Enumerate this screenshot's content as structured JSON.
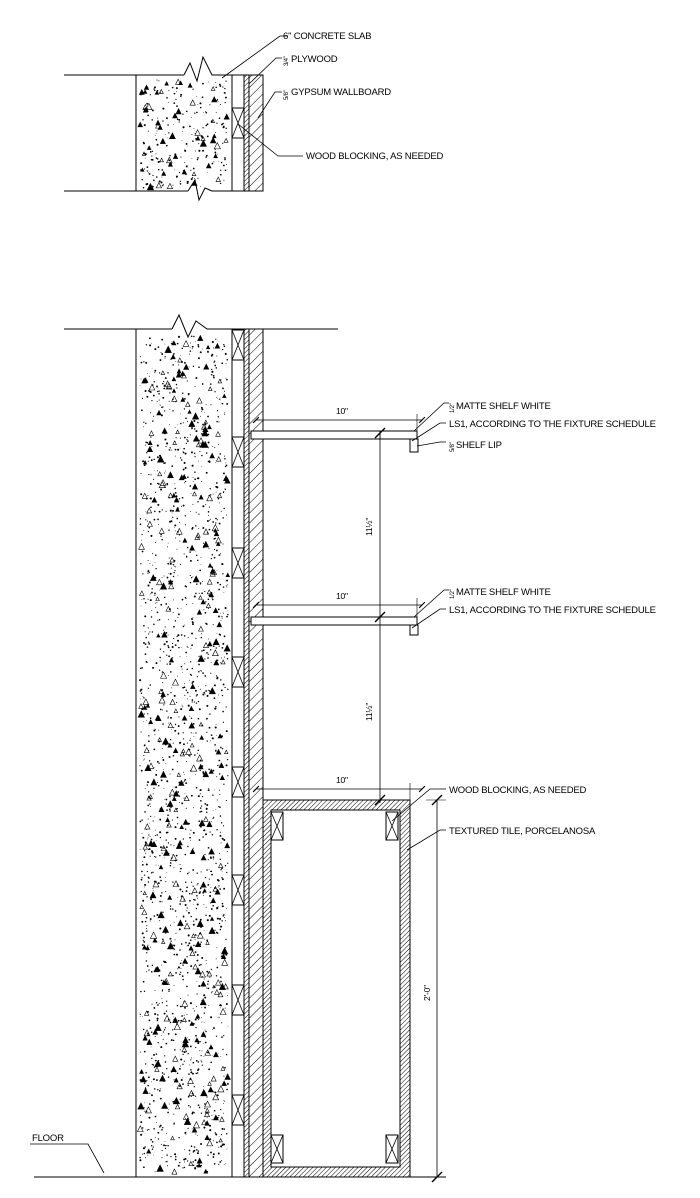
{
  "detail_top": {
    "labels": {
      "slab": "6\" CONCRETE SLAB",
      "plywood": "PLYWOOD",
      "plywood_frac": "3/4\"",
      "gypsum": "GYPSUM WALLBOARD",
      "gypsum_frac": "5/8\"",
      "blocking": "WOOD BLOCKING, AS NEEDED"
    }
  },
  "detail_main": {
    "labels": {
      "shelf1_material": "MATTE SHELF WHITE",
      "shelf1_material_frac": "1/2\"",
      "shelf1_light": "LS1, ACCORDING TO THE FIXTURE SCHEDULE",
      "shelf_lip": "SHELF LIP",
      "shelf_lip_frac": "5/8\"",
      "shelf2_material": "MATTE SHELF WHITE",
      "shelf2_material_frac": "1/2\"",
      "shelf2_light": "LS1, ACCORDING TO THE FIXTURE SCHEDULE",
      "blocking": "WOOD BLOCKING, AS NEEDED",
      "tile": "TEXTURED TILE, PORCELANOSA",
      "floor": "FLOOR"
    },
    "dimensions": {
      "shelf1_depth": "10\"",
      "shelf2_depth": "10\"",
      "base_depth": "10\"",
      "spacing_upper": "11½\"",
      "spacing_lower": "11½\"",
      "base_height": "2'-0\""
    }
  }
}
